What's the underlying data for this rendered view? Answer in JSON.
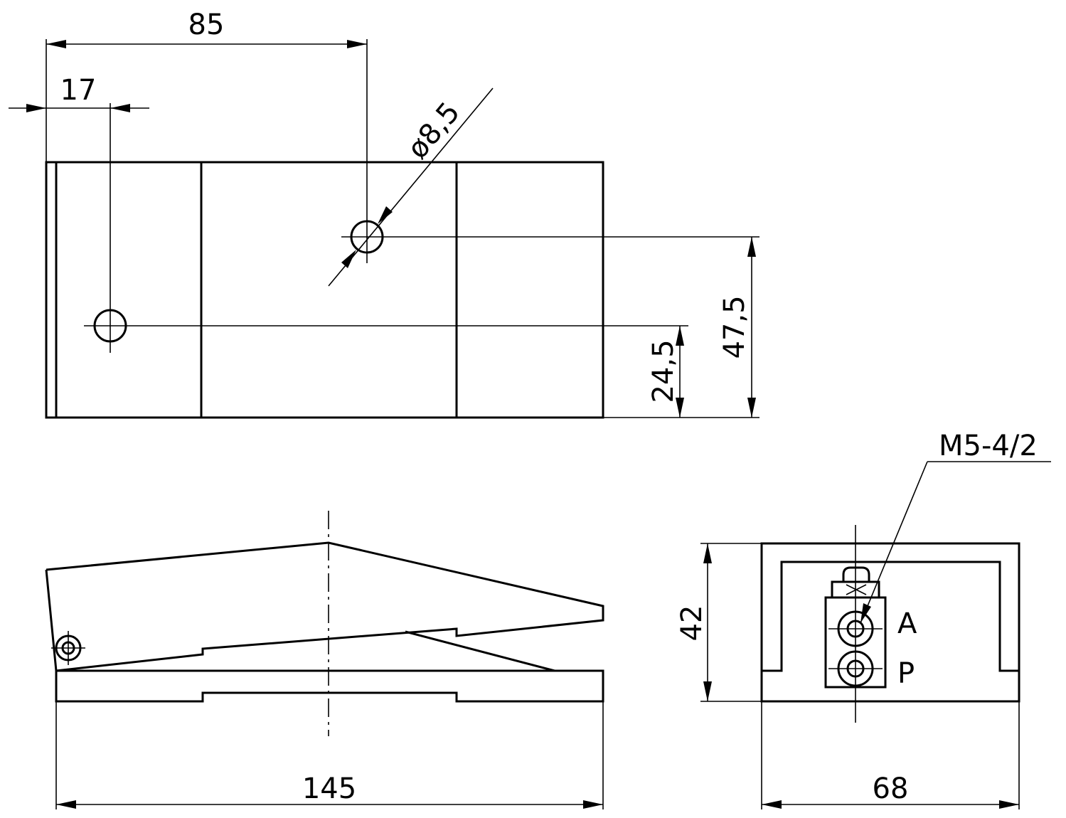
{
  "drawing": {
    "top_view": {
      "dim_width_to_hole": "85",
      "dim_edge_to_hole": "17",
      "dim_hole_diameter": "ø8,5",
      "dim_hole_height_low": "24,5",
      "dim_hole_height_high": "47,5"
    },
    "side_view": {
      "dim_length": "145"
    },
    "end_view": {
      "dim_height": "42",
      "dim_width": "68",
      "port_thread": "M5-4/2",
      "port_a_label": "A",
      "port_p_label": "P"
    }
  }
}
